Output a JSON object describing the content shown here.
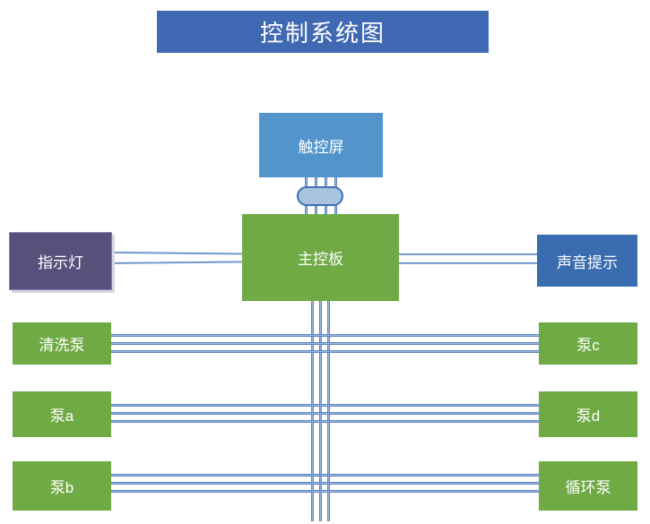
{
  "diagram": {
    "title": "控制系统图",
    "title_color": "#4069b4",
    "background": "#ffffff",
    "wire_color": "#5b84c4",
    "wire_fill": "#9fb9dd"
  },
  "nodes": {
    "touchscreen": {
      "label": "触控屏",
      "color": "#5394cd"
    },
    "main_board": {
      "label": "主控板",
      "color": "#6faa44"
    },
    "indicator": {
      "label": "指示灯",
      "color": "#56507a"
    },
    "sound": {
      "label": "声音提示",
      "color": "#3a6cb0"
    },
    "wash_pump": {
      "label": "清洗泵",
      "color": "#6faa44"
    },
    "pump_a": {
      "label": "泵a",
      "color": "#6faa44"
    },
    "pump_b": {
      "label": "泵b",
      "color": "#6faa44"
    },
    "pump_c": {
      "label": "泵c",
      "color": "#6faa44"
    },
    "pump_d": {
      "label": "泵d",
      "color": "#6faa44"
    },
    "circ_pump": {
      "label": "循环泵",
      "color": "#6faa44"
    }
  }
}
